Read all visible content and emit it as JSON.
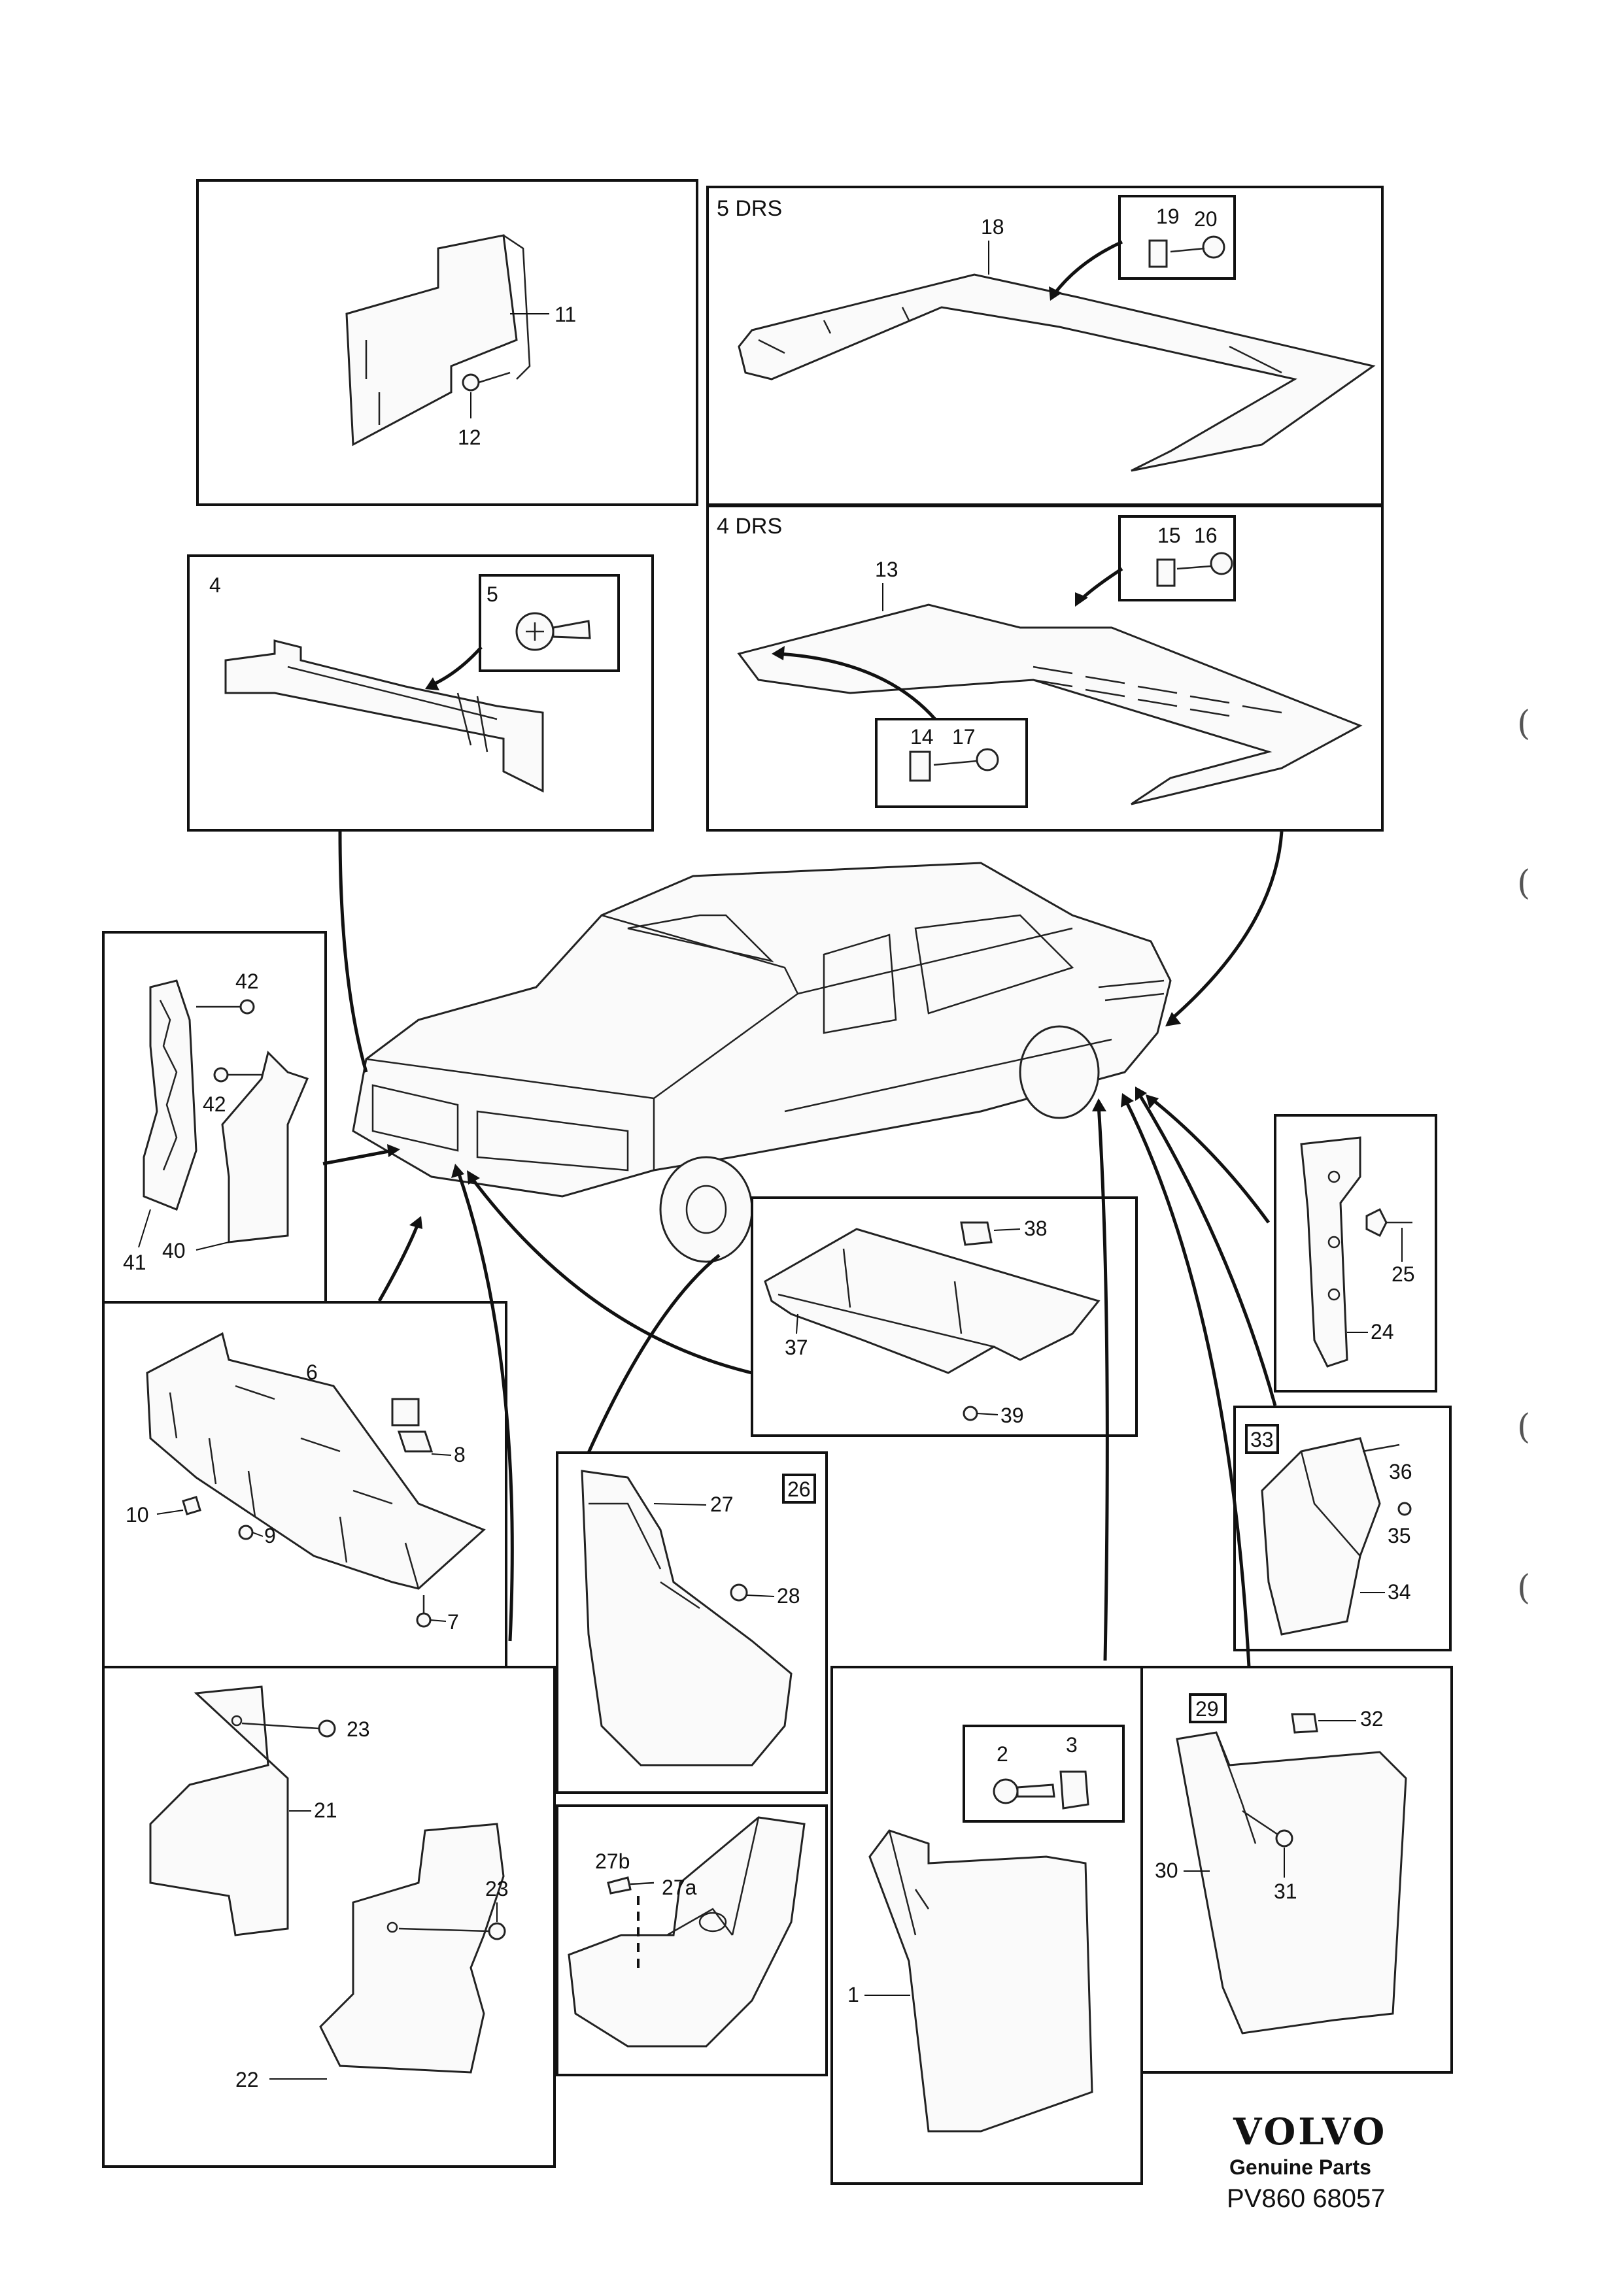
{
  "panels": {
    "p11": {
      "callouts": [
        "11",
        "12"
      ]
    },
    "p5drs": {
      "header": "5 DRS",
      "callouts": [
        "18",
        "19",
        "20"
      ]
    },
    "p4drs": {
      "header": "4 DRS",
      "callouts": [
        "13",
        "15",
        "16",
        "14",
        "17"
      ]
    },
    "p4": {
      "callouts": [
        "4",
        "5"
      ]
    },
    "p40": {
      "callouts": [
        "42",
        "42",
        "41",
        "40"
      ]
    },
    "p6": {
      "callouts": [
        "6",
        "8",
        "10",
        "9",
        "7"
      ]
    },
    "p37": {
      "callouts": [
        "38",
        "37",
        "39"
      ]
    },
    "p24": {
      "callouts": [
        "25",
        "24"
      ]
    },
    "p33": {
      "tag": "33",
      "callouts": [
        "36",
        "35",
        "34"
      ]
    },
    "p26": {
      "tag": "26",
      "callouts": [
        "27",
        "28"
      ]
    },
    "p27a": {
      "callouts": [
        "27b",
        "27a"
      ]
    },
    "p21": {
      "callouts": [
        "23",
        "21",
        "23",
        "22"
      ]
    },
    "p1": {
      "callouts": [
        "2",
        "3",
        "1"
      ]
    },
    "p29": {
      "tag": "29",
      "callouts": [
        "32",
        "30",
        "31"
      ]
    }
  },
  "brand": {
    "logo_text": "VOLVO",
    "line2": "Genuine Parts",
    "line3": "PV860 68057"
  },
  "margin_marks": [
    "(",
    "(",
    "(",
    "("
  ]
}
